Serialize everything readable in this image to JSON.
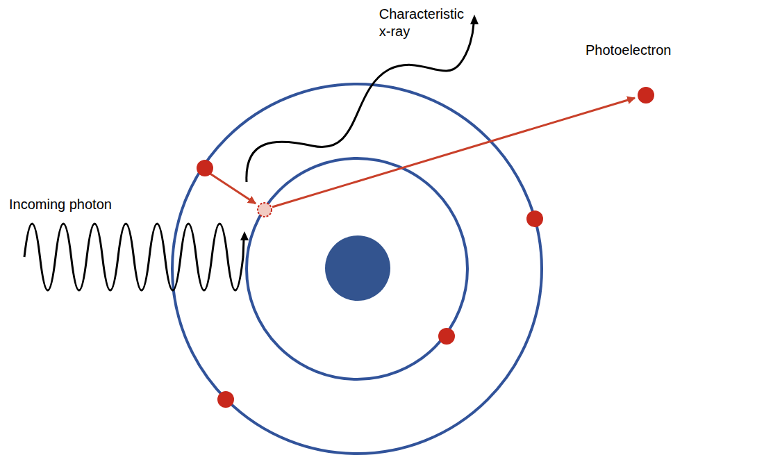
{
  "diagram": {
    "labels": [
      "Characteristic x-ray",
      "Photoelectron",
      "Incoming photon"
    ]
  }
}
